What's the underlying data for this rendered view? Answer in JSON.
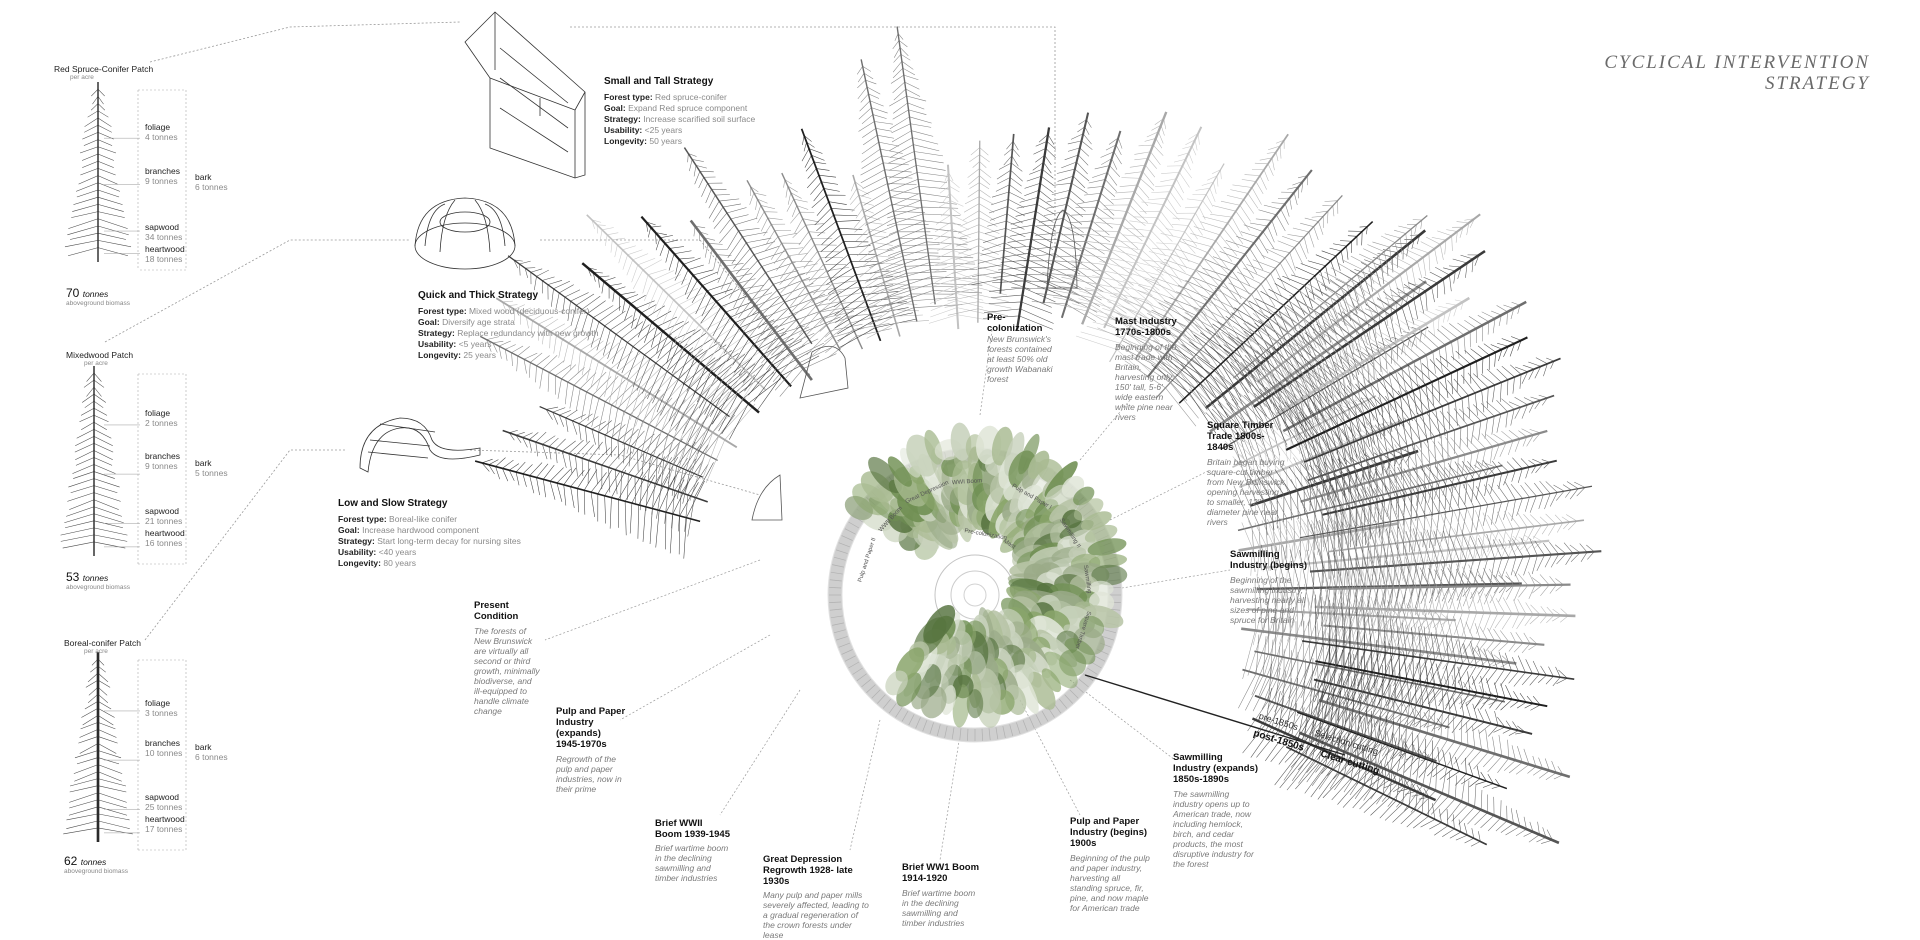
{
  "title": {
    "line1": "CYCLICAL INTERVENTION",
    "line2": "STRATEGY"
  },
  "patches": [
    {
      "title": "Red Spruce-Conifer Patch",
      "per_acre": "per acre",
      "foliage_label": "foliage",
      "foliage_value": "4 tonnes",
      "branches_label": "branches",
      "branches_value": "9 tonnes",
      "bark_label": "bark",
      "bark_value": "6 tonnes",
      "sapwood_label": "sapwood",
      "sapwood_value": "34 tonnes",
      "heartwood_label": "heartwood",
      "heartwood_value": "18 tonnes",
      "total_value": "70",
      "total_unit": "tonnes",
      "total_caption": "aboveground biomass"
    },
    {
      "title": "Mixedwood Patch",
      "per_acre": "per acre",
      "foliage_label": "foliage",
      "foliage_value": "2 tonnes",
      "branches_label": "branches",
      "branches_value": "9 tonnes",
      "bark_label": "bark",
      "bark_value": "5 tonnes",
      "sapwood_label": "sapwood",
      "sapwood_value": "21 tonnes",
      "heartwood_label": "heartwood",
      "heartwood_value": "16 tonnes",
      "total_value": "53",
      "total_unit": "tonnes",
      "total_caption": "aboveground biomass"
    },
    {
      "title": "Boreal-conifer Patch",
      "per_acre": "per acre",
      "foliage_label": "foliage",
      "foliage_value": "3 tonnes",
      "branches_label": "branches",
      "branches_value": "10 tonnes",
      "bark_label": "bark",
      "bark_value": "6 tonnes",
      "sapwood_label": "sapwood",
      "sapwood_value": "25 tonnes",
      "heartwood_label": "heartwood",
      "heartwood_value": "17 tonnes",
      "total_value": "62",
      "total_unit": "tonnes",
      "total_caption": "aboveground biomass"
    }
  ],
  "strategies": [
    {
      "title": "Small and Tall Strategy",
      "forest_type_label": "Forest type:",
      "forest_type": "Red spruce-conifer",
      "goal_label": "Goal:",
      "goal": "Expand Red spruce component",
      "strategy_label": "Strategy:",
      "strategy": "Increase scarified soil surface",
      "usability_label": "Usability:",
      "usability": "<25 years",
      "longevity_label": "Longevity:",
      "longevity": "50 years"
    },
    {
      "title": "Quick and Thick Strategy",
      "forest_type_label": "Forest type:",
      "forest_type": "Mixed wood (deciduous-conifer)",
      "goal_label": "Goal:",
      "goal": "Diversify age strata",
      "strategy_label": "Strategy:",
      "strategy": "Replace redundancy with new growth",
      "usability_label": "Usability:",
      "usability": "<5 years",
      "longevity_label": "Longevity:",
      "longevity": "25 years"
    },
    {
      "title": "Low and Slow Strategy",
      "forest_type_label": "Forest type:",
      "forest_type": "Boreal-like conifer",
      "goal_label": "Goal:",
      "goal": "Increase hardwood component",
      "strategy_label": "Strategy:",
      "strategy": "Start long-term decay for nursing sites",
      "usability_label": "Usability:",
      "usability": "<40 years",
      "longevity_label": "Longevity:",
      "longevity": "80 years"
    }
  ],
  "eras": [
    {
      "title": "Pre-colonization",
      "desc": "New Brunswick's forests contained at least 50% old growth Wabanaki forest"
    },
    {
      "title": "Mast Industry 1770s-1800s",
      "desc": "Beginning of the mast trade with Britain, harvesting only 150' tall, 5-6' wide eastern white pine near rivers"
    },
    {
      "title": "Square Timber Trade 1800s-1840s",
      "desc": "Britain began buying square-cut timber from New Brunswick, opening harvesting to smaller, 12\" diameter pine near rivers"
    },
    {
      "title": "Sawmilling Industry (begins)",
      "desc": "Beginning of the sawmilling industry, harvesting nearly all sizes of pine and spruce for Britain"
    },
    {
      "title": "Sawmilling Industry (expands) 1850s-1890s",
      "desc": "The sawmilling industry opens up to American trade, now including hemlock, birch, and cedar products, the most disruptive industry for the forest"
    },
    {
      "title": "Pulp and Paper Industry (begins) 1900s",
      "desc": "Beginning of the pulp and paper industry, harvesting all standing spruce, fir, pine, and now maple for American trade"
    },
    {
      "title": "Brief WW1 Boom 1914-1920",
      "desc": "Brief wartime boom in the declining sawmilling and timber industries"
    },
    {
      "title": "Great Depression Regrowth 1928- late 1930s",
      "desc": "Many pulp and paper mills severely affected, leading to a gradual regeneration of the crown forests under lease"
    },
    {
      "title": "Brief WWII Boom 1939-1945",
      "desc": "Brief wartime boom in the declining sawmilling and timber industries"
    },
    {
      "title": "Pulp and Paper Industry (expands) 1945-1970s",
      "desc": "Regrowth of the pulp and paper industries, now in their prime"
    },
    {
      "title": "Present Condition",
      "desc": "The forests of New Brunswick are virtually all second or third growth, minimally biodiverse, and ill-equipped to handle climate change"
    }
  ],
  "cutting": {
    "pre": "pre-1850s",
    "pre_method": "Selection cutting",
    "post": "post-1850s",
    "post_method": "Clear cutting"
  },
  "ring_labels": [
    "Pulp and Paper II",
    "WWII Boom",
    "Great Depression",
    "WWI Boom",
    "Pulp and Paper I",
    "Sawmilling II",
    "Sawmilling",
    "Square Timber",
    "Mast",
    "Pre-colonization"
  ],
  "colors": {
    "accent": "#7a9a5a",
    "ink": "#1a1a1a",
    "muted": "#8a8a8a"
  }
}
